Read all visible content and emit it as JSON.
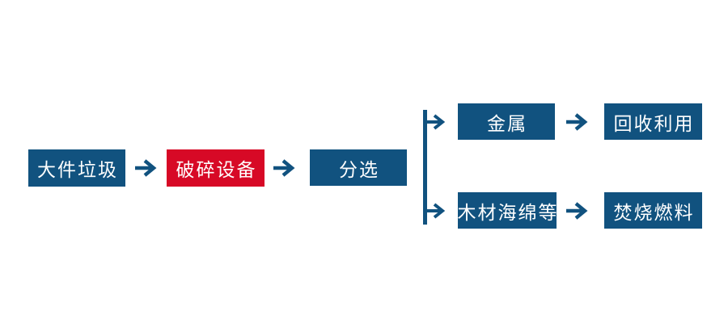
{
  "diagram": {
    "type": "flowchart",
    "direction": "left-to-right",
    "background": "#ffffff",
    "colors": {
      "node_fill_blue": "#11527f",
      "node_fill_red": "#d70926",
      "node_text": "#ffffff",
      "arrow": "#11527f"
    },
    "nodes": {
      "bulky_waste": "大件垃圾",
      "crushing_equipment": "破碎设备",
      "sorting": "分选",
      "metal": "金属",
      "recycling": "回收利用",
      "wood_sponge": "木材海绵等",
      "incineration_fuel": "焚烧燃料"
    },
    "edges": [
      {
        "from": "bulky_waste",
        "to": "crushing_equipment"
      },
      {
        "from": "crushing_equipment",
        "to": "sorting"
      },
      {
        "from": "sorting",
        "to": "metal"
      },
      {
        "from": "sorting",
        "to": "wood_sponge"
      },
      {
        "from": "metal",
        "to": "recycling"
      },
      {
        "from": "wood_sponge",
        "to": "incineration_fuel"
      }
    ]
  }
}
